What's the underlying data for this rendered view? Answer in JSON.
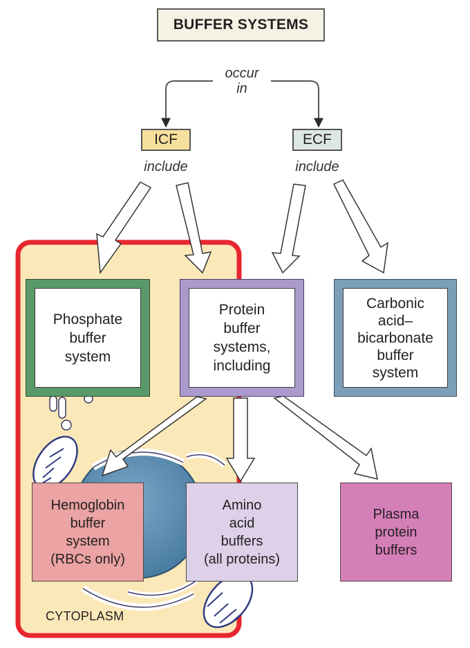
{
  "title": "BUFFER SYSTEMS",
  "connector_label": {
    "line1": "occur",
    "line2": "in"
  },
  "compartments": [
    {
      "id": "icf",
      "label": "ICF",
      "verb": "include",
      "color": "#f7df9d"
    },
    {
      "id": "ecf",
      "label": "ECF",
      "verb": "include",
      "color": "#dce8e1"
    }
  ],
  "systems": [
    {
      "id": "phosphate",
      "lines": [
        "Phosphate",
        "buffer",
        "system"
      ],
      "frame_color": "#5a9a6a",
      "location": "ICF"
    },
    {
      "id": "protein",
      "lines": [
        "Protein",
        "buffer",
        "systems,",
        "including"
      ],
      "frame_color": "#ab9bcd",
      "location": "ICF and ECF"
    },
    {
      "id": "carbonic",
      "lines": [
        "Carbonic",
        "acid–",
        "bicarbonate",
        "buffer",
        "system"
      ],
      "frame_color": "#7b9fb9",
      "location": "ECF"
    }
  ],
  "protein_subtypes": [
    {
      "id": "hemoglobin",
      "lines": [
        "Hemoglobin",
        "buffer",
        "system",
        "(RBCs only)"
      ],
      "color": "#eba3a3"
    },
    {
      "id": "amino",
      "lines": [
        "Amino",
        "acid",
        "buffers",
        "(all proteins)"
      ],
      "color": "#ddd0e8"
    },
    {
      "id": "plasma",
      "lines": [
        "Plasma",
        "protein",
        "buffers"
      ],
      "color": "#d57fb9"
    }
  ],
  "cell": {
    "label": "CYTOPLASM",
    "border_color": "#e8262f",
    "fill_color": "#fbe8b8",
    "nucleus_color": "#5c8fb3"
  }
}
